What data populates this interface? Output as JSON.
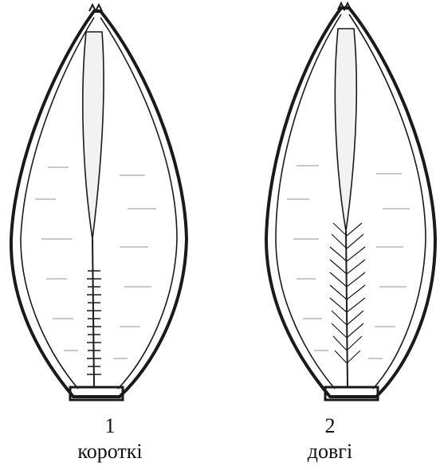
{
  "figures": [
    {
      "number": "1",
      "label": "короткі"
    },
    {
      "number": "2",
      "label": "довгі"
    }
  ],
  "colors": {
    "ink": "#1a1a1a",
    "paper": "#ffffff",
    "shade": "#d8d8d8"
  }
}
